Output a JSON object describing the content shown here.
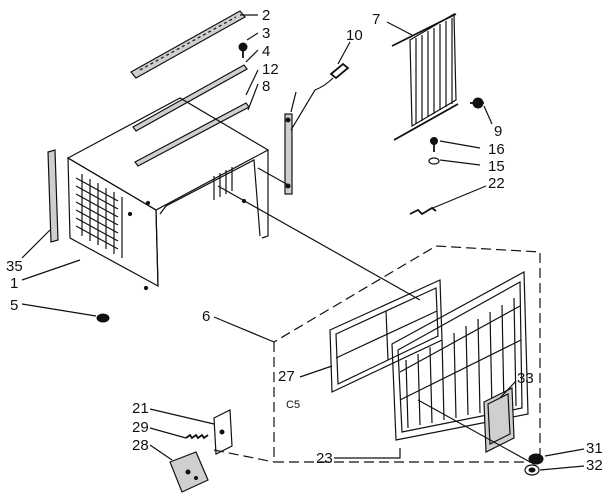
{
  "callouts": {
    "c2": "2",
    "c3": "3",
    "c4": "4",
    "c12": "12",
    "c8": "8",
    "c7": "7",
    "c10": "10",
    "c9": "9",
    "c16": "16",
    "c15": "15",
    "c22": "22",
    "c35": "35",
    "c1": "1",
    "c5": "5",
    "c6": "6",
    "c27": "27",
    "c33": "33",
    "c21": "21",
    "c29": "29",
    "c28": "28",
    "c23": "23",
    "c31": "31",
    "c32": "32"
  },
  "mark": "C5"
}
